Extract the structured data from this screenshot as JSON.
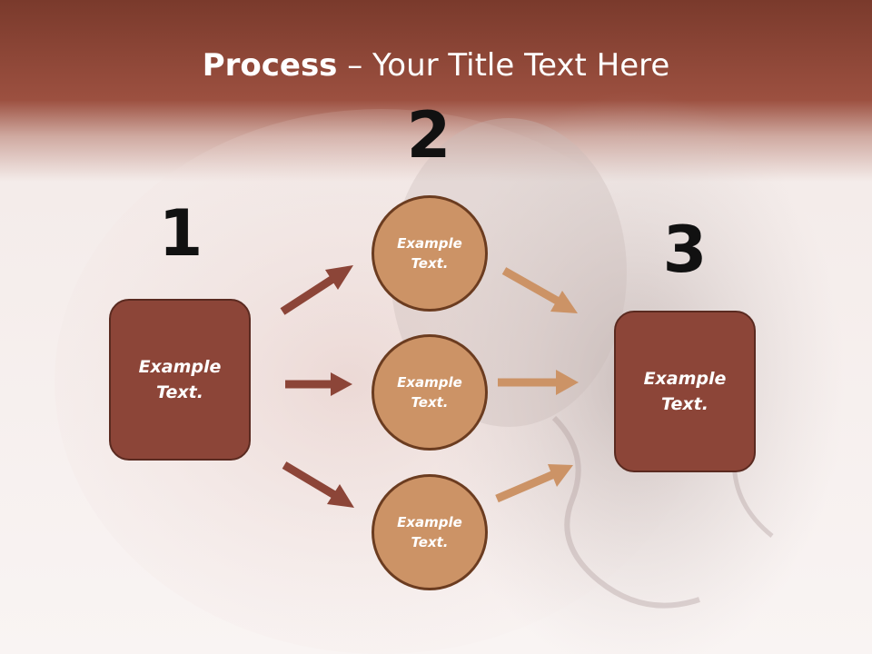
{
  "title": {
    "bold": "Process",
    "rest": " – Your Title Text Here"
  },
  "steps": {
    "one": "1",
    "two": "2",
    "three": "3"
  },
  "left_box": {
    "line1": "Example",
    "line2": "Text."
  },
  "circles": [
    {
      "line1": "Example",
      "line2": "Text."
    },
    {
      "line1": "Example",
      "line2": "Text."
    },
    {
      "line1": "Example",
      "line2": "Text."
    }
  ],
  "right_box": {
    "line1": "Example",
    "line2": "Text."
  },
  "colors": {
    "header": "#9c5040",
    "box": "#8c4538",
    "circle": "#cc9366",
    "left_arrow": "#8c4538",
    "right_arrow": "#cc9366"
  }
}
